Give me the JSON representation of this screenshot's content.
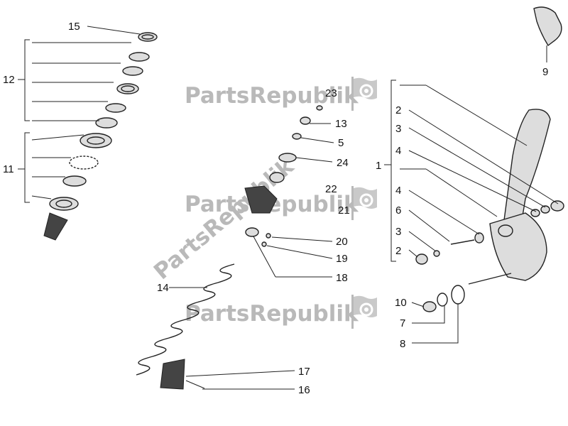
{
  "watermark": {
    "text": "PartsRepublik",
    "color": "#b9b9b9"
  },
  "callouts": {
    "c15": "15",
    "c12": "12",
    "c11": "11",
    "c9": "9",
    "c23": "23",
    "c13": "13",
    "c5": "5",
    "c24": "24",
    "c22": "22",
    "c21": "21",
    "c20": "20",
    "c19": "19",
    "c18": "18",
    "c14": "14",
    "c17": "17",
    "c16": "16",
    "c1": "1",
    "c2a": "2",
    "c3a": "3",
    "c4a": "4",
    "c4b": "4",
    "c6": "6",
    "c3b": "3",
    "c2b": "2",
    "c10": "10",
    "c7": "7",
    "c8": "8"
  },
  "icons": {
    "gear": "gear-icon",
    "flag": "flag-icon"
  }
}
